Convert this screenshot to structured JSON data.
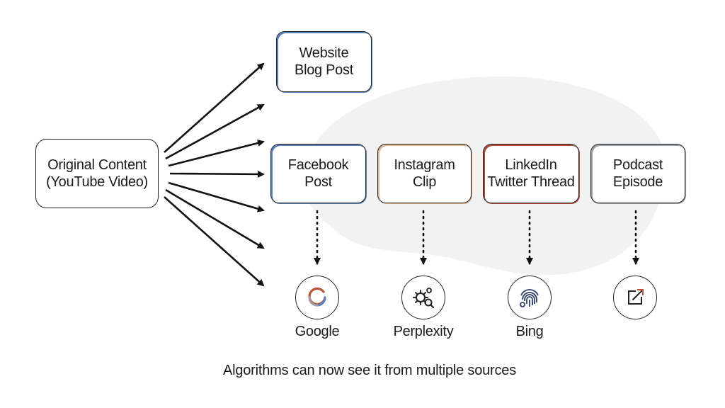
{
  "source": {
    "label": "Original Content\n(YouTube Video)"
  },
  "targets": {
    "website": {
      "label": "Website\nBlog Post"
    },
    "facebook": {
      "label": "Facebook\nPost"
    },
    "instagram": {
      "label": "Instagram\nClip"
    },
    "linkedin": {
      "label": "LinkedIn\nTwitter Thread"
    },
    "podcast": {
      "label": "Podcast\nEpisode"
    }
  },
  "engines": {
    "google": {
      "label": "Google",
      "icon": "google-g-icon"
    },
    "perplexity": {
      "label": "Perplexity",
      "icon": "gear-search-icon"
    },
    "bing": {
      "label": "Bing",
      "icon": "fingerprint-icon"
    },
    "external": {
      "label": "",
      "icon": "external-link-icon"
    }
  },
  "caption": "Algorithms can now see it from multiple sources",
  "colors": {
    "blue": "#5b7fb8",
    "orange": "#e0b48e",
    "red": "#b04a33",
    "gray": "#9aa0a8",
    "blob": "#f2f2f2"
  }
}
